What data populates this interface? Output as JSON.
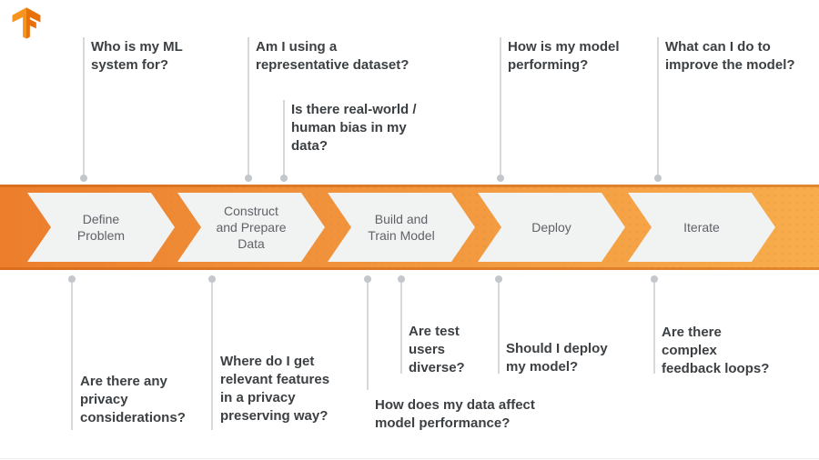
{
  "diagram_title": "TensorFlow ML workflow questions",
  "colors": {
    "band_orange_left": "#ec7e2c",
    "band_orange_right": "#f8ad4c",
    "chevron_fill": "#f1f2f2",
    "chevron_label_text": "#5f6368",
    "question_text": "#3c4043",
    "connector_line": "#d6d8da",
    "connector_dot": "#c3c6ca",
    "logo_light_orange": "#f6941e",
    "logo_dark_orange": "#e8710a"
  },
  "logo": {
    "name": "tensorflow-logo"
  },
  "chevrons": [
    {
      "label": "Define\nProblem"
    },
    {
      "label": "Construct\nand Prepare\nData"
    },
    {
      "label": "Build and\nTrain Model"
    },
    {
      "label": "Deploy"
    },
    {
      "label": "Iterate"
    }
  ],
  "top_questions": [
    {
      "text": "Who is my ML\nsystem for?"
    },
    {
      "text": "Am I using a\nrepresentative dataset?"
    },
    {
      "text": "Is there real-world /\nhuman bias in my\ndata?"
    },
    {
      "text": "How is my model\nperforming?"
    },
    {
      "text": "What can I do to\nimprove the model?"
    }
  ],
  "bottom_questions": [
    {
      "text": "Are there any\nprivacy\nconsiderations?"
    },
    {
      "text": "Where do I get\nrelevant features\nin a privacy\npreserving way?"
    },
    {
      "text": "How does my data affect\nmodel performance?"
    },
    {
      "text": "Are test\nusers\ndiverse?"
    },
    {
      "text": "Should I deploy\nmy model?"
    },
    {
      "text": "Are there\ncomplex\nfeedback loops?"
    }
  ]
}
